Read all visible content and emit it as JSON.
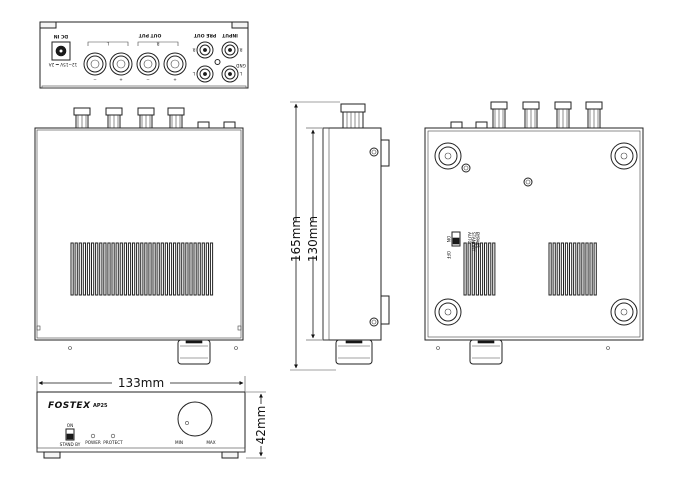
{
  "rear_panel": {
    "dc_in_label": "DC IN",
    "dc_spec": "12~15V ⎓ 2A",
    "output_label": "OUT PUT",
    "output_channels": [
      "L",
      "R"
    ],
    "output_polarity": [
      "−",
      "+",
      "−",
      "+"
    ],
    "pre_out_label": "PRE OUT",
    "input_label": "INPUT",
    "rca_channel_labels": [
      "R",
      "L",
      "R",
      "L"
    ],
    "gnd_label": "GND"
  },
  "side_switch": {
    "on_label": "ON",
    "mode_labels": [
      "AUTO",
      "STANDBY",
      "BYPASS"
    ],
    "off_label": "OFF"
  },
  "front_panel": {
    "brand": "FOSTEX",
    "model": "AP25",
    "switch_on_label": "ON",
    "standby_label": "STAND BY",
    "power_label": "POWER",
    "protect_label": "PROTECT",
    "min_label": "MIN",
    "max_label": "MAX"
  },
  "dimensions": {
    "height_total": "165mm",
    "height_body": "130mm",
    "width": "133mm",
    "front_height": "42mm"
  }
}
